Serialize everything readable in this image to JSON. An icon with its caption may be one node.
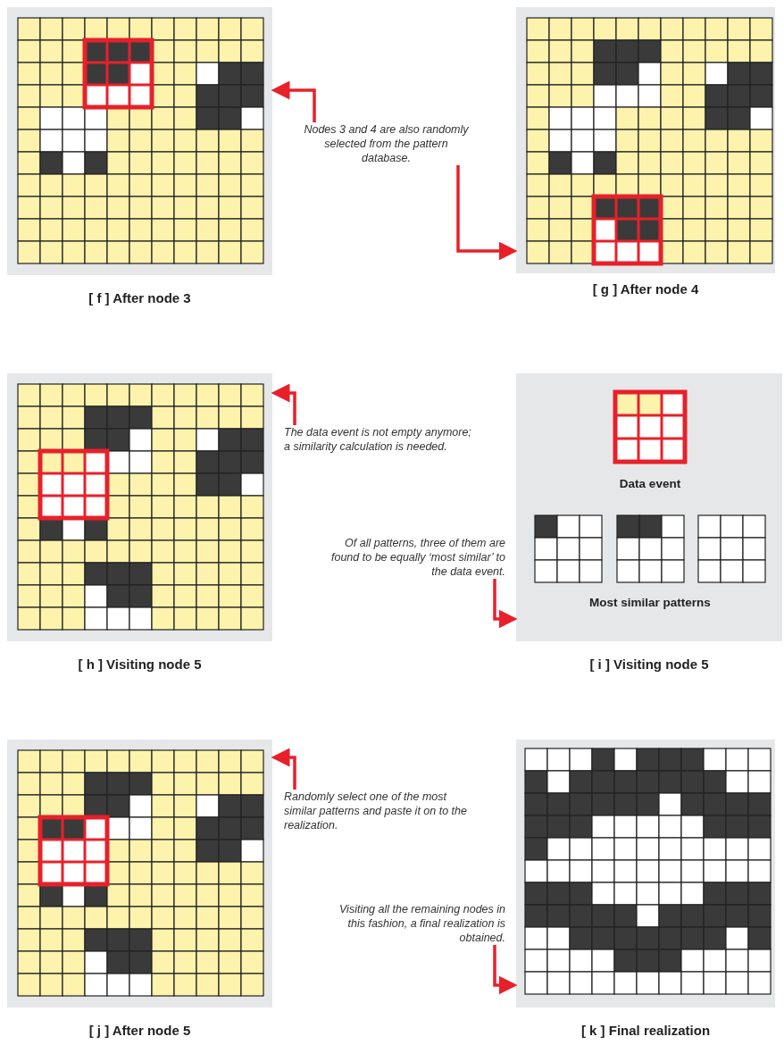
{
  "diagram": {
    "nodes": [
      {
        "text": [
          "[ f ] After node 3"
        ]
      },
      {
        "text": [
          "Nodes 3 and 4 are also randomly selected from the pattern database."
        ]
      },
      {
        "text": [
          "[ g ] After node 4"
        ]
      },
      {
        "text": [
          "[ h ] Visiting node 5"
        ]
      },
      {
        "text": [
          "The data event is not empty anymore; a similarity calculation is needed."
        ]
      },
      {
        "text": [
          "[ i ] Visiting node 5"
        ]
      },
      {
        "text": [
          "Data event"
        ],
        "in": 5
      },
      {
        "text": [
          "Most similar patterns"
        ],
        "in": 5
      },
      {
        "text": [
          "Of all patterns, three of them are found to be equally ‘most similar’ to the data event."
        ]
      },
      {
        "text": [
          "[ j ] After node 5"
        ]
      },
      {
        "text": [
          "Randomly select one of the most similar patterns and paste it on to the realization."
        ]
      },
      {
        "text": [
          "[ k ] Final realization"
        ]
      },
      {
        "text": [
          "Visiting all the remaining nodes in this fashion, a final realization is obtained."
        ]
      }
    ],
    "edges": [
      {
        "from": 1,
        "to": 0,
        "arrow": "to"
      },
      {
        "from": 1,
        "to": 2,
        "arrow": "to"
      },
      {
        "from": 4,
        "to": 3,
        "arrow": "to"
      },
      {
        "from": 8,
        "to": 5,
        "arrow": "to"
      },
      {
        "from": 10,
        "to": 9,
        "arrow": "to"
      },
      {
        "from": 12,
        "to": 11,
        "arrow": "to"
      }
    ]
  }
}
